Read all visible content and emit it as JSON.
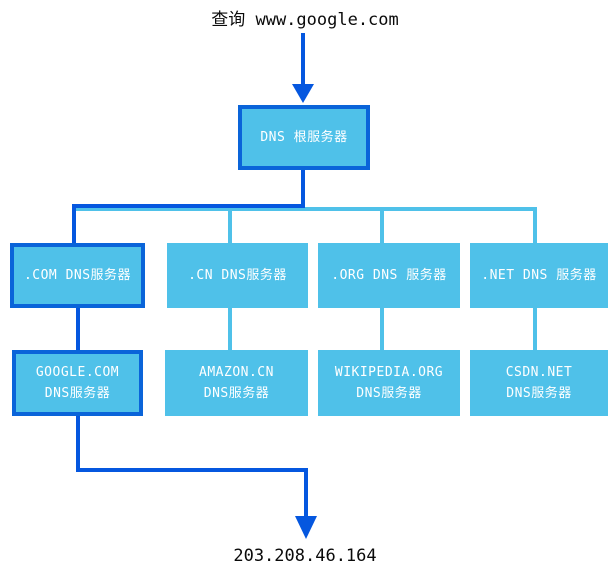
{
  "title": "查询 www.google.com",
  "result_ip": "203.208.46.164",
  "colors": {
    "line_dark": "#0557DF",
    "box_border": "#0A64D9",
    "box_fill": "#4FC1E9",
    "line_light": "#4FC1E9",
    "box_text": "#FFFFFF",
    "caption_text": "#0A0A0A"
  },
  "diagram": {
    "root_server": {
      "label": "DNS 根服务器",
      "highlighted": true
    },
    "tld_servers": [
      {
        "label": ".COM DNS服务器",
        "highlighted": true
      },
      {
        "label": ".CN DNS服务器",
        "highlighted": false
      },
      {
        "label": ".ORG DNS 服务器",
        "highlighted": false
      },
      {
        "label": ".NET DNS 服务器",
        "highlighted": false
      }
    ],
    "authoritative_servers": [
      {
        "name": "GOOGLE.COM",
        "type": "DNS服务器",
        "highlighted": true
      },
      {
        "name": "AMAZON.CN",
        "type": "DNS服务器",
        "highlighted": false
      },
      {
        "name": "WIKIPEDIA.ORG",
        "type": "DNS服务器",
        "highlighted": false
      },
      {
        "name": "CSDN.NET",
        "type": "DNS服务器",
        "highlighted": false
      }
    ]
  }
}
